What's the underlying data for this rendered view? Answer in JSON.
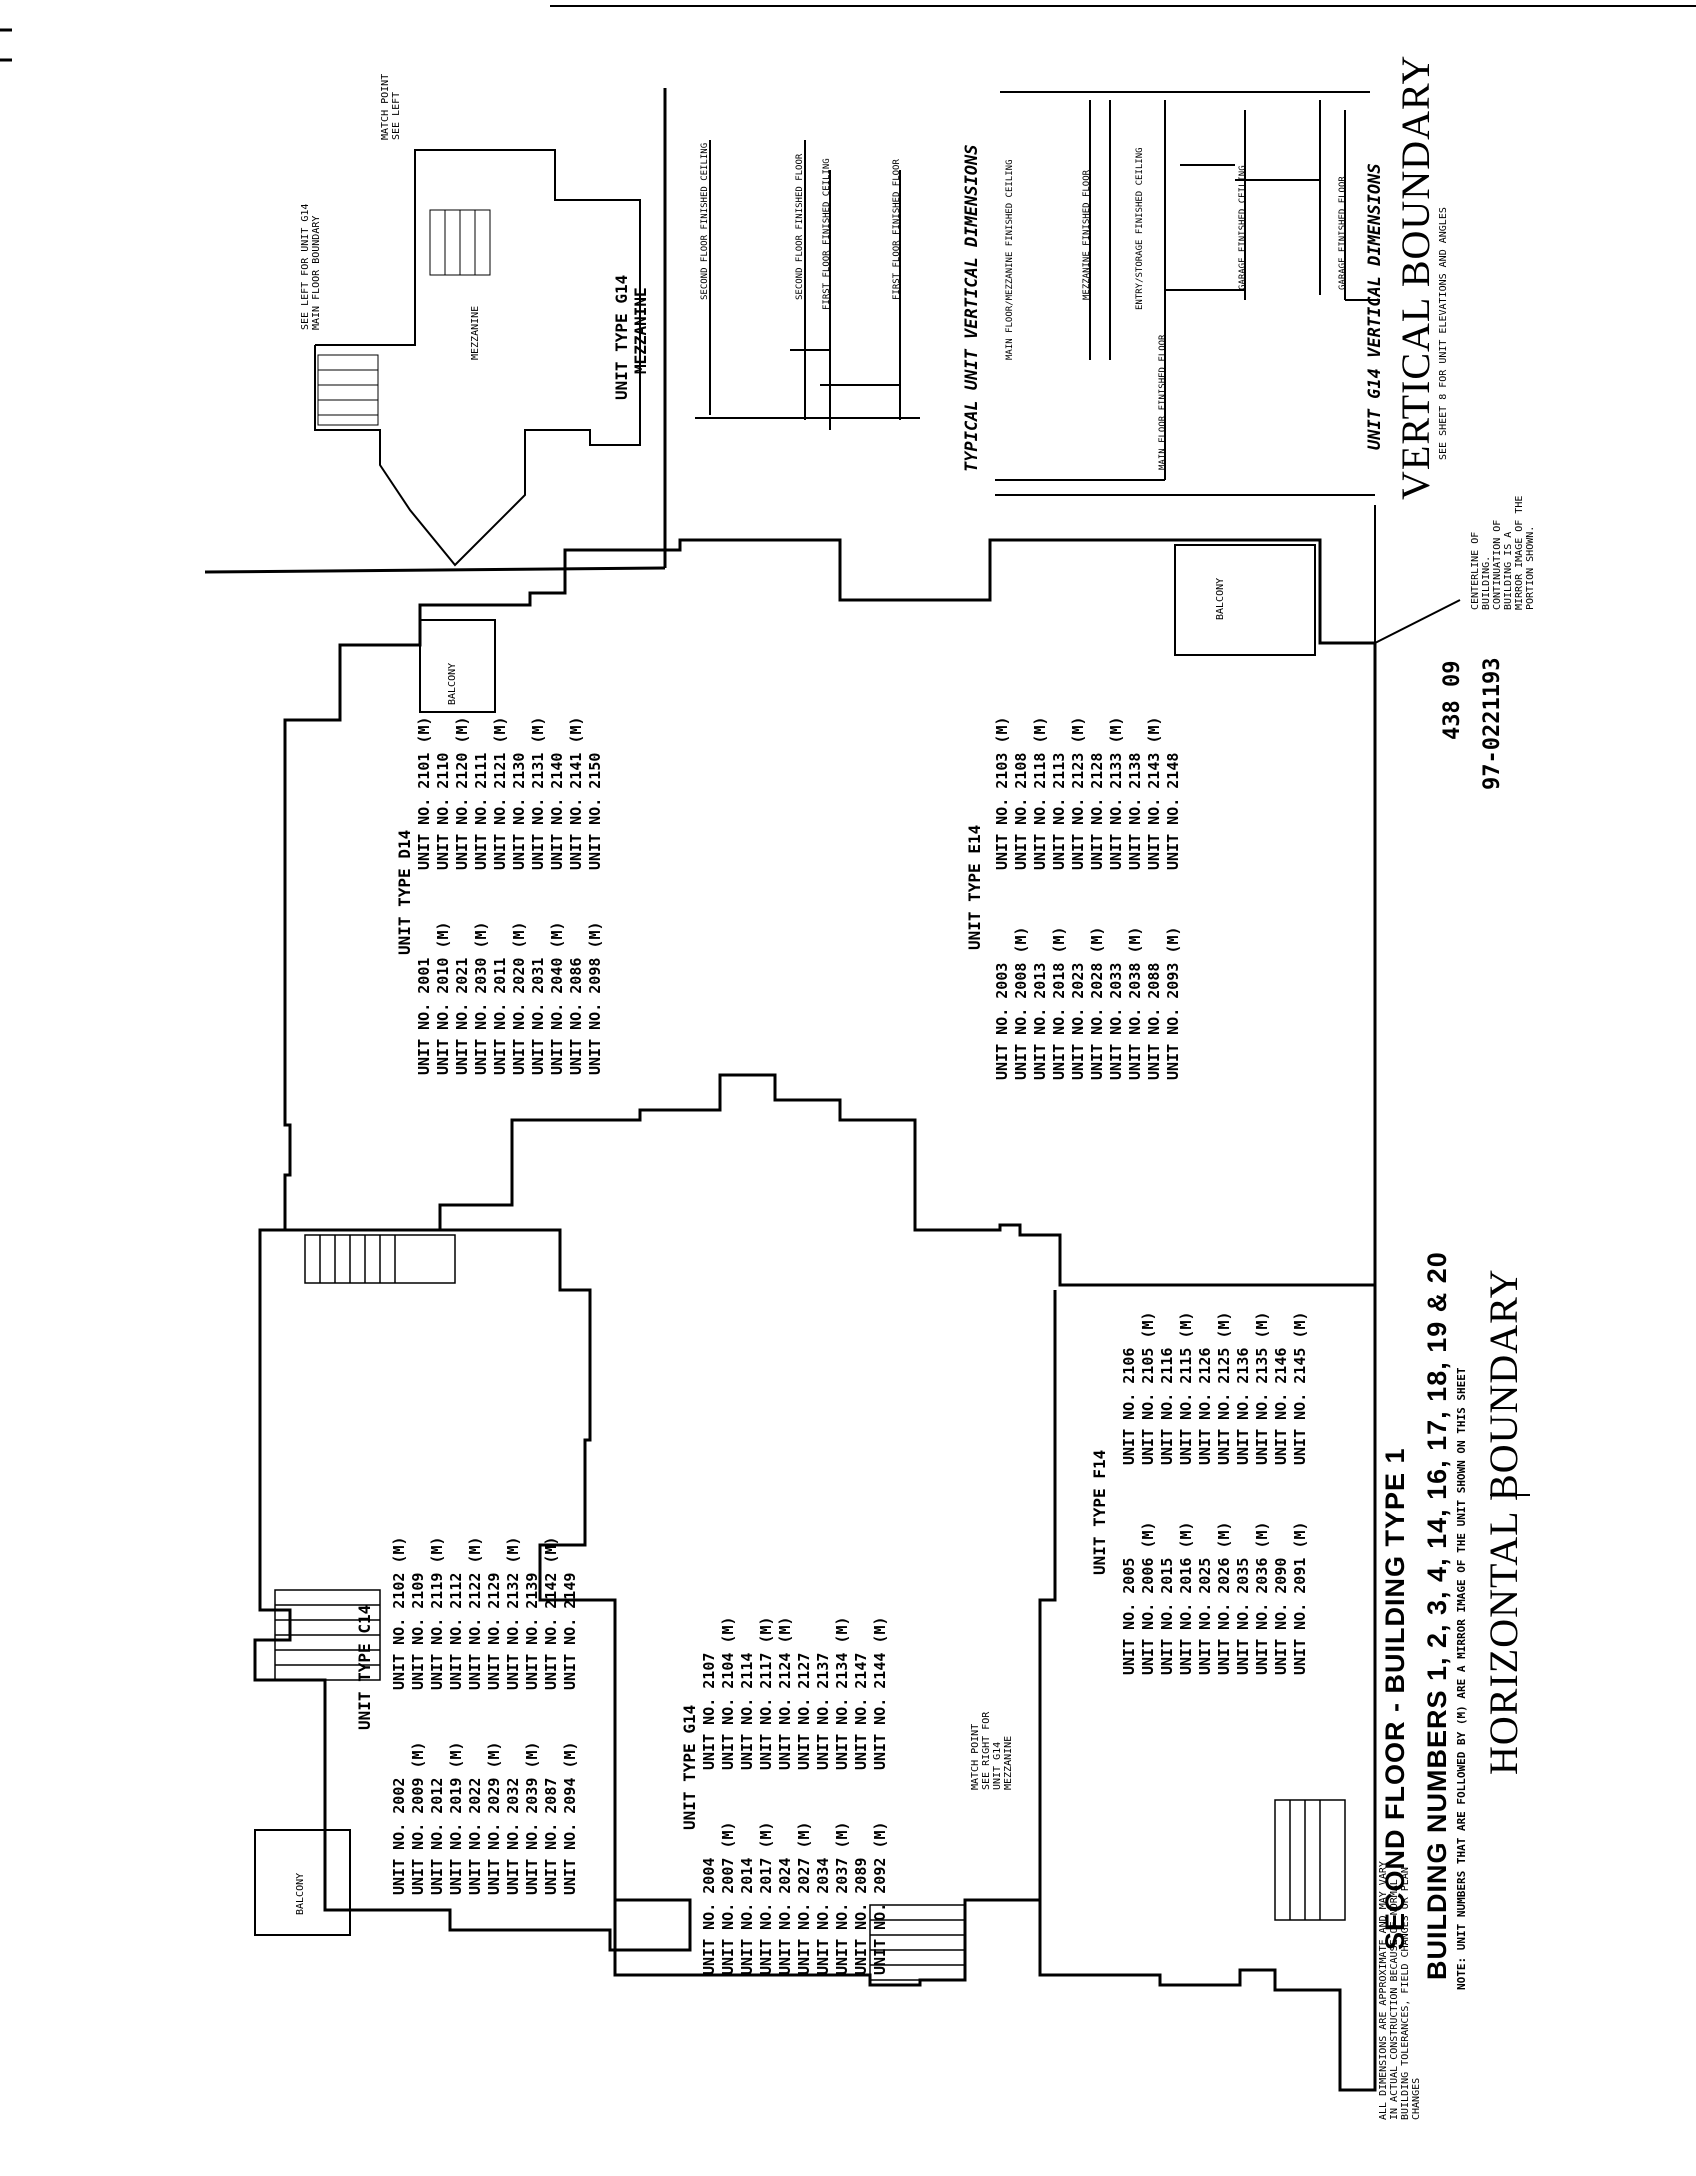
{
  "title": {
    "line1": "SECOND FLOOR - BUILDING TYPE 1",
    "line2": "BUILDING NUMBERS 1, 2, 3, 4, 14, 16, 17, 18, 19 & 20",
    "note": "NOTE: UNIT NUMBERS THAT ARE FOLLOWED BY (M) ARE A MIRROR IMAGE OF THE UNIT SHOWN ON THIS SHEET",
    "horizontal_boundary": "HORIZONTAL BOUNDARY",
    "vertical_boundary": "VERTICAL BOUNDARY",
    "vertical_boundary_note": "SEE SHEET 8 FOR UNIT ELEVATIONS AND ANGLES"
  },
  "recording": {
    "book_page": "438 09",
    "document_number": "97-0221193"
  },
  "disclaimer_note": "ALL DIMENSIONS ARE APPROXIMATE AND MAY VARY IN ACTUAL CONSTRUCTION BECAUSE OF NORMAL BUILDING TOLERANCES, FIELD CHANGES OR PLAN CHANGES",
  "centerline_note": "CENTERLINE OF BUILDING. CONTINUATION OF BUILDING IS A MIRROR IMAGE OF THE PORTION SHOWN.",
  "mezzanine": {
    "title_line1": "UNIT TYPE G14",
    "title_line2": "MEZZANINE",
    "match_label": "MATCH POINT SEE LEFT",
    "see_left": "SEE LEFT FOR UNIT G14 MAIN FLOOR BOUNDARY",
    "mezzanine_label": "MEZZANINE"
  },
  "typical_vertical": {
    "title": "TYPICAL UNIT VERTICAL DIMENSIONS",
    "labels": [
      "SECOND FLOOR FINISHED CEILING",
      "SECOND FLOOR FINISHED FLOOR",
      "FIRST FLOOR FINISHED CEILING",
      "FIRST FLOOR FINISHED FLOOR"
    ]
  },
  "g14_vertical": {
    "title": "UNIT G14 VERTICAL DIMENSIONS",
    "labels": [
      "MAIN FLOOR/MEZZANINE FINISHED CEILING",
      "MEZZANINE FINISHED FLOOR",
      "ENTRY/STORAGE FINISHED CEILING",
      "GARAGE FINISHED CEILING",
      "GARAGE FINISHED FLOOR",
      "MAIN FLOOR FINISHED FLOOR"
    ]
  },
  "units": {
    "d14": {
      "type": "UNIT TYPE D14",
      "col1": [
        "UNIT NO. 2001",
        "UNIT NO. 2010 (M)",
        "UNIT NO. 2021",
        "UNIT NO. 2030 (M)",
        "UNIT NO. 2011",
        "UNIT NO. 2020 (M)",
        "UNIT NO. 2031",
        "UNIT NO. 2040 (M)",
        "UNIT NO. 2086",
        "UNIT NO. 2098 (M)"
      ],
      "col2": [
        "UNIT NO. 2101 (M)",
        "UNIT NO. 2110",
        "UNIT NO. 2120 (M)",
        "UNIT NO. 2111",
        "UNIT NO. 2121 (M)",
        "UNIT NO. 2130",
        "UNIT NO. 2131 (M)",
        "UNIT NO. 2140",
        "UNIT NO. 2141 (M)",
        "UNIT NO. 2150"
      ]
    },
    "e14": {
      "type": "UNIT TYPE E14",
      "col1": [
        "UNIT NO. 2003",
        "UNIT NO. 2008 (M)",
        "UNIT NO. 2013",
        "UNIT NO. 2018 (M)",
        "UNIT NO. 2023",
        "UNIT NO. 2028 (M)",
        "UNIT NO. 2033",
        "UNIT NO. 2038 (M)",
        "UNIT NO. 2088",
        "UNIT NO. 2093 (M)"
      ],
      "col2": [
        "UNIT NO. 2103 (M)",
        "UNIT NO. 2108",
        "UNIT NO. 2118 (M)",
        "UNIT NO. 2113",
        "UNIT NO. 2123 (M)",
        "UNIT NO. 2128",
        "UNIT NO. 2133 (M)",
        "UNIT NO. 2138",
        "UNIT NO. 2143 (M)",
        "UNIT NO. 2148"
      ]
    },
    "c14": {
      "type": "UNIT TYPE C14",
      "col1": [
        "UNIT NO. 2002",
        "UNIT NO. 2009 (M)",
        "UNIT NO. 2012",
        "UNIT NO. 2019 (M)",
        "UNIT NO. 2022",
        "UNIT NO. 2029 (M)",
        "UNIT NO. 2032",
        "UNIT NO. 2039 (M)",
        "UNIT NO. 2087",
        "UNIT NO. 2094 (M)"
      ],
      "col2": [
        "UNIT NO. 2102 (M)",
        "UNIT NO. 2109",
        "UNIT NO. 2119 (M)",
        "UNIT NO. 2112",
        "UNIT NO. 2122 (M)",
        "UNIT NO. 2129",
        "UNIT NO. 2132 (M)",
        "UNIT NO. 2139",
        "UNIT NO. 2142 (M)",
        "UNIT NO. 2149"
      ]
    },
    "g14": {
      "type": "UNIT TYPE G14",
      "match_label": "MATCH POINT SEE RIGHT FOR UNIT G14 MEZZANINE",
      "col1": [
        "UNIT NO. 2004",
        "UNIT NO. 2007 (M)",
        "UNIT NO. 2014",
        "UNIT NO. 2017 (M)",
        "UNIT NO. 2024",
        "UNIT NO. 2027 (M)",
        "UNIT NO. 2034",
        "UNIT NO. 2037 (M)",
        "UNIT NO. 2089",
        "UNIT NO. 2092 (M)"
      ],
      "col2": [
        "UNIT NO. 2107",
        "UNIT NO. 2104 (M)",
        "UNIT NO. 2114",
        "UNIT NO. 2117 (M)",
        "UNIT NO. 2124 (M)",
        "UNIT NO. 2127",
        "UNIT NO. 2137",
        "UNIT NO. 2134 (M)",
        "UNIT NO. 2147",
        "UNIT NO. 2144 (M)"
      ]
    },
    "f14": {
      "type": "UNIT TYPE F14",
      "col1": [
        "UNIT NO. 2005",
        "UNIT NO. 2006 (M)",
        "UNIT NO. 2015",
        "UNIT NO. 2016 (M)",
        "UNIT NO. 2025",
        "UNIT NO. 2026 (M)",
        "UNIT NO. 2035",
        "UNIT NO. 2036 (M)",
        "UNIT NO. 2090",
        "UNIT NO. 2091 (M)"
      ],
      "col2": [
        "UNIT NO. 2106",
        "UNIT NO. 2105 (M)",
        "UNIT NO. 2116",
        "UNIT NO. 2115 (M)",
        "UNIT NO. 2126",
        "UNIT NO. 2125 (M)",
        "UNIT NO. 2136",
        "UNIT NO. 2135 (M)",
        "UNIT NO. 2146",
        "UNIT NO. 2145 (M)"
      ]
    }
  },
  "balcony_label": "BALCONY"
}
